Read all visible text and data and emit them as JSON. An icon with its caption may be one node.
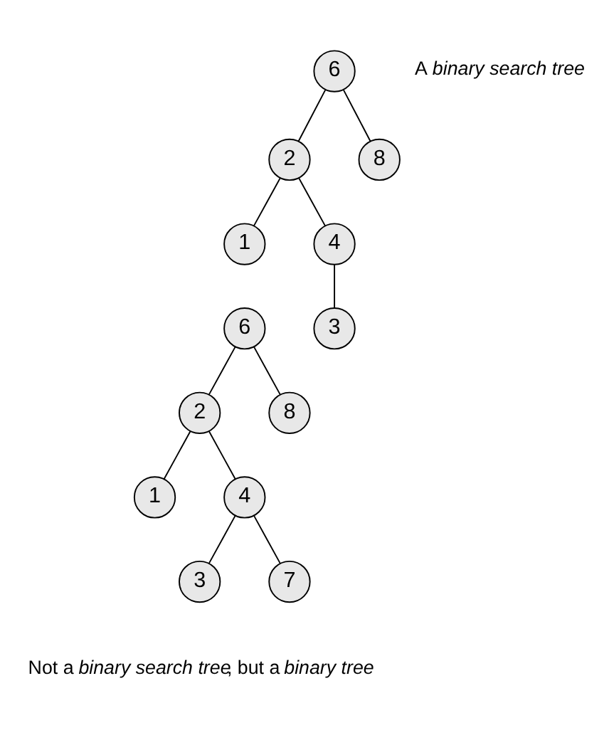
{
  "diagram": {
    "nodes": [
      {
        "text": [
          "6"
        ]
      },
      {
        "text": [
          "2"
        ]
      },
      {
        "text": [
          "8"
        ]
      },
      {
        "text": [
          "1"
        ]
      },
      {
        "text": [
          "4"
        ]
      },
      {
        "text": [
          "3"
        ]
      },
      {
        "text": [
          "6"
        ]
      },
      {
        "text": [
          "2"
        ]
      },
      {
        "text": [
          "8"
        ]
      },
      {
        "text": [
          "1"
        ]
      },
      {
        "text": [
          "4"
        ]
      },
      {
        "text": [
          "3"
        ]
      },
      {
        "text": [
          "7"
        ]
      }
    ],
    "edges": [
      {
        "from": 0,
        "to": 1,
        "arrow": "none"
      },
      {
        "from": 0,
        "to": 2,
        "arrow": "none"
      },
      {
        "from": 1,
        "to": 3,
        "arrow": "none"
      },
      {
        "from": 1,
        "to": 4,
        "arrow": "none"
      },
      {
        "from": 4,
        "to": 5,
        "arrow": "none"
      },
      {
        "from": 6,
        "to": 7,
        "arrow": "none"
      },
      {
        "from": 6,
        "to": 8,
        "arrow": "none"
      },
      {
        "from": 7,
        "to": 9,
        "arrow": "none"
      },
      {
        "from": 7,
        "to": 10,
        "arrow": "none"
      },
      {
        "from": 10,
        "to": 11,
        "arrow": "none"
      },
      {
        "from": 10,
        "to": 12,
        "arrow": "none"
      }
    ],
    "labels": [
      "A *binary search tree*",
      "Not a *binary search tree*, but a *binary tree*"
    ]
  }
}
